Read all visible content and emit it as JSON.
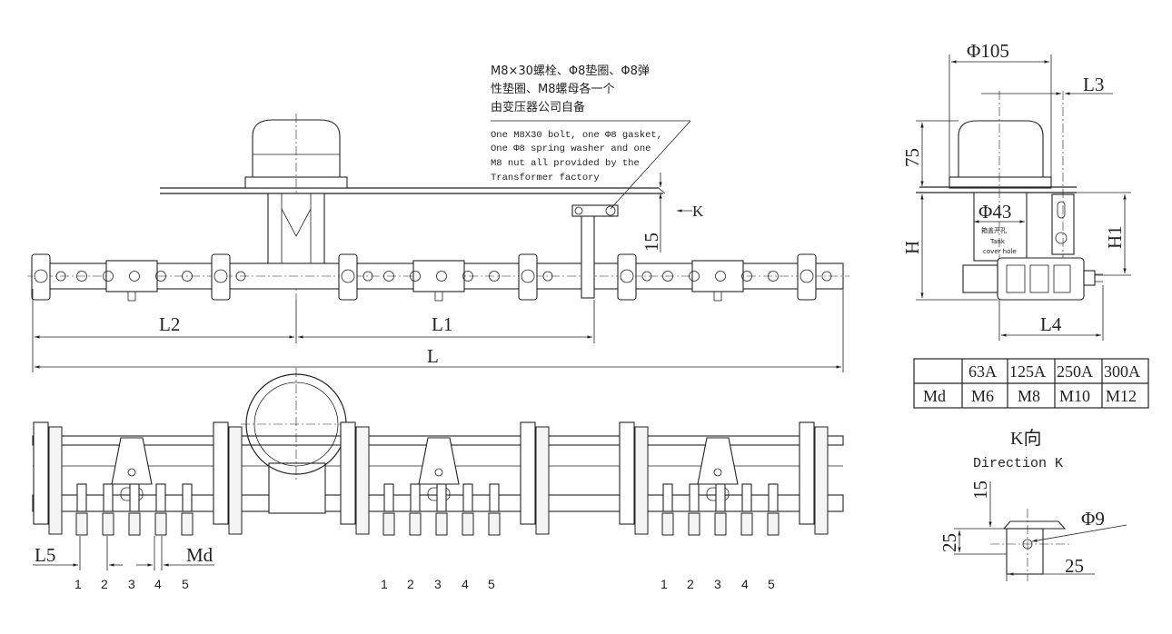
{
  "note": {
    "cn_line1": "M8×30螺栓、Φ8垫圈、Φ8弹",
    "cn_line2": "性垫圈、M8螺母各一个",
    "cn_line3": "由变压器公司自备",
    "en_line1": "One M8X30 bolt, one Φ8 gasket,",
    "en_line2": "One Φ8 spring washer and one",
    "en_line3": "M8 nut all provided by the",
    "en_line4": "Transformer factory"
  },
  "front_view": {
    "dim_L": "L",
    "dim_L1": "L1",
    "dim_L2": "L2",
    "dim_15": "15",
    "marker_K": "K"
  },
  "side_view": {
    "dim_phi105": "Φ105",
    "dim_L3": "L3",
    "dim_75": "75",
    "dim_phi43": "Φ43",
    "dim_H": "H",
    "dim_H1": "H1",
    "dim_L4": "L4",
    "label_cn": "箱盖开孔",
    "label_en1": "Tank",
    "label_en2": "cover hole"
  },
  "spec_table": {
    "header": [
      "",
      "63A",
      "125A",
      "250A",
      "300A"
    ],
    "row": [
      "Md",
      "M6",
      "M8",
      "M10",
      "M12"
    ]
  },
  "direction_k": {
    "title_cn": "K向",
    "title_en": "Direction K",
    "dim_15": "15",
    "dim_25_v": "25",
    "dim_phi9": "Φ9",
    "dim_25_h": "25"
  },
  "bottom_view": {
    "dim_L5": "L5",
    "dim_Md": "Md",
    "group1": [
      "1",
      "2",
      "3",
      "4",
      "5"
    ],
    "group2": [
      "1",
      "2",
      "3",
      "4",
      "5"
    ],
    "group3": [
      "1",
      "2",
      "3",
      "4",
      "5"
    ]
  }
}
